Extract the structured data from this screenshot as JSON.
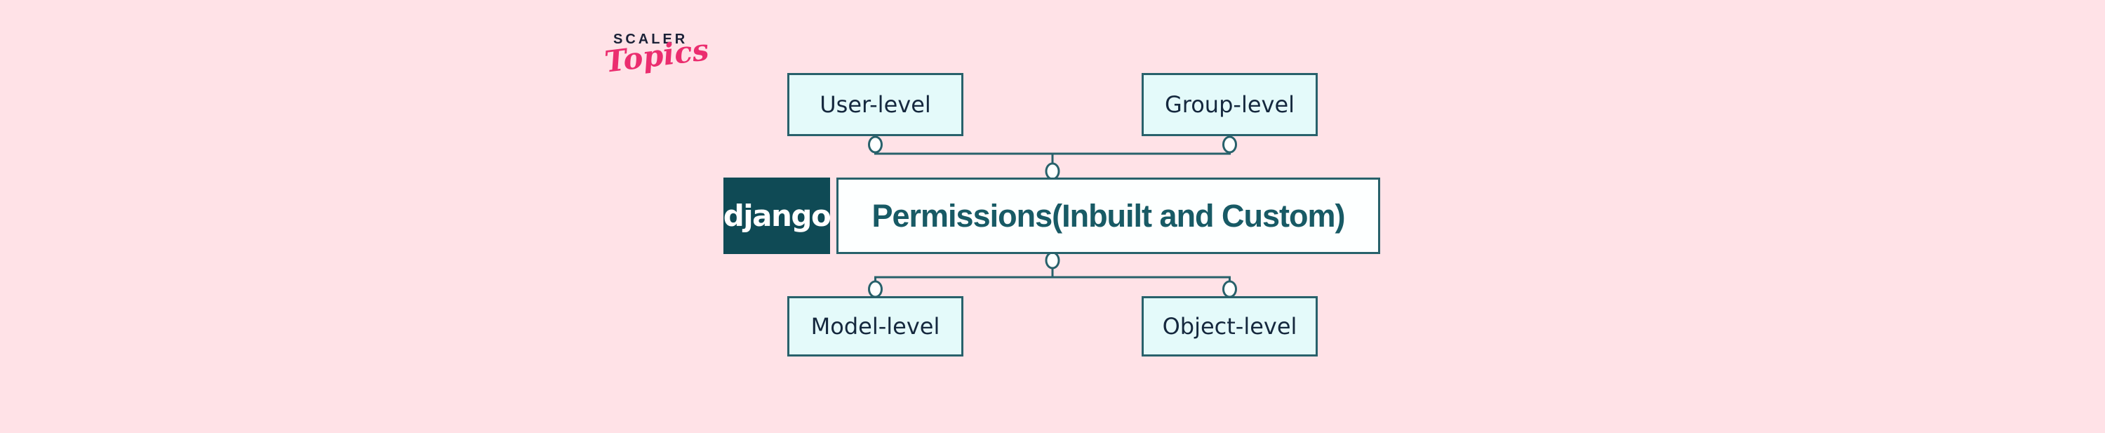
{
  "page": {
    "background_color": "#FFE2E7"
  },
  "logo": {
    "brand": "SCALER",
    "wordmark": "Topics",
    "brand_color": "#1B2137",
    "wordmark_color": "#EB2D6F"
  },
  "diagram": {
    "type": "hierarchy",
    "center": {
      "badge": "django",
      "label": "Permissions(Inbuilt and Custom)"
    },
    "top_nodes": [
      {
        "label": "User-level"
      },
      {
        "label": "Group-level"
      }
    ],
    "bottom_nodes": [
      {
        "label": "Model-level"
      },
      {
        "label": "Object-level"
      }
    ],
    "colors": {
      "node_fill": "#E4FAFA",
      "node_border": "#28616B",
      "node_text": "#15283E",
      "center_fill": "#FDFFFF",
      "center_text": "#185A65",
      "badge_fill": "#0F4A55",
      "badge_text": "#FFFFFF",
      "connector_line": "#28616B",
      "junction_fill": "#FFFFFF"
    }
  }
}
